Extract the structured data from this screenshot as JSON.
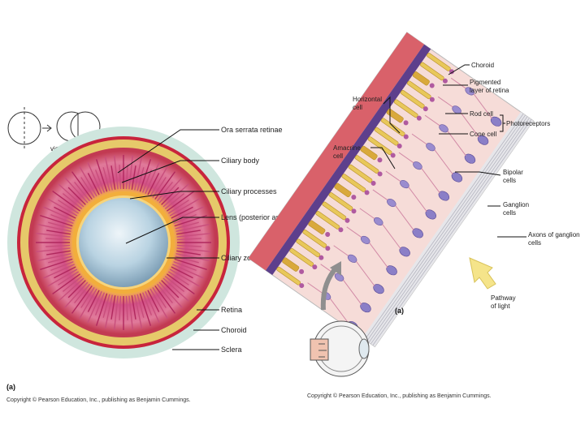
{
  "left_figure": {
    "view_label": "view",
    "labels": {
      "ora_serrata": "Ora serrata retinae",
      "ciliary_body": "Ciliary body",
      "ciliary_processes": "Ciliary processes",
      "lens": "Lens (posterior aspect)",
      "ciliary_zonule": "Ciliary zonule",
      "retina": "Retina",
      "choroid": "Choroid",
      "sclera": "Sclera"
    },
    "panel_tag": "(a)",
    "copyright": "Copyright © Pearson Education, Inc., publishing as Benjamin Cummings."
  },
  "right_figure": {
    "labels": {
      "choroid": "Choroid",
      "pigmented_1": "Pigmented",
      "pigmented_2": "layer of retina",
      "horizontal_1": "Horizontal",
      "horizontal_2": "cell",
      "rod_cell": "Rod cell",
      "cone_cell": "Cone cell",
      "photoreceptors": "Photoreceptors",
      "amacrine_1": "Amacrine",
      "amacrine_2": "cell",
      "bipolar_1": "Bipolar",
      "bipolar_2": "cells",
      "ganglion_1": "Ganglion",
      "ganglion_2": "cells",
      "axons_1": "Axons of ganglion",
      "axons_2": "cells",
      "pathway_1": "Pathway",
      "pathway_2": "of light"
    },
    "panel_tag": "(a)",
    "copyright": "Copyright © Pearson Education, Inc., publishing as Benjamin Cummings."
  },
  "colors": {
    "sclera": "#cfe6de",
    "choroid_ring": "#c8243c",
    "yellow_band": "#e6c96a",
    "retina_red": "#b8324a",
    "ciliary_pink": "#e07a9a",
    "lens_blue": "#b9d3e2",
    "retina_pink": "#e9a0a8",
    "pigment_purple": "#5d3f8c",
    "rod_yellow": "#e8c85a",
    "arrow_yellow": "#f5e48a"
  }
}
